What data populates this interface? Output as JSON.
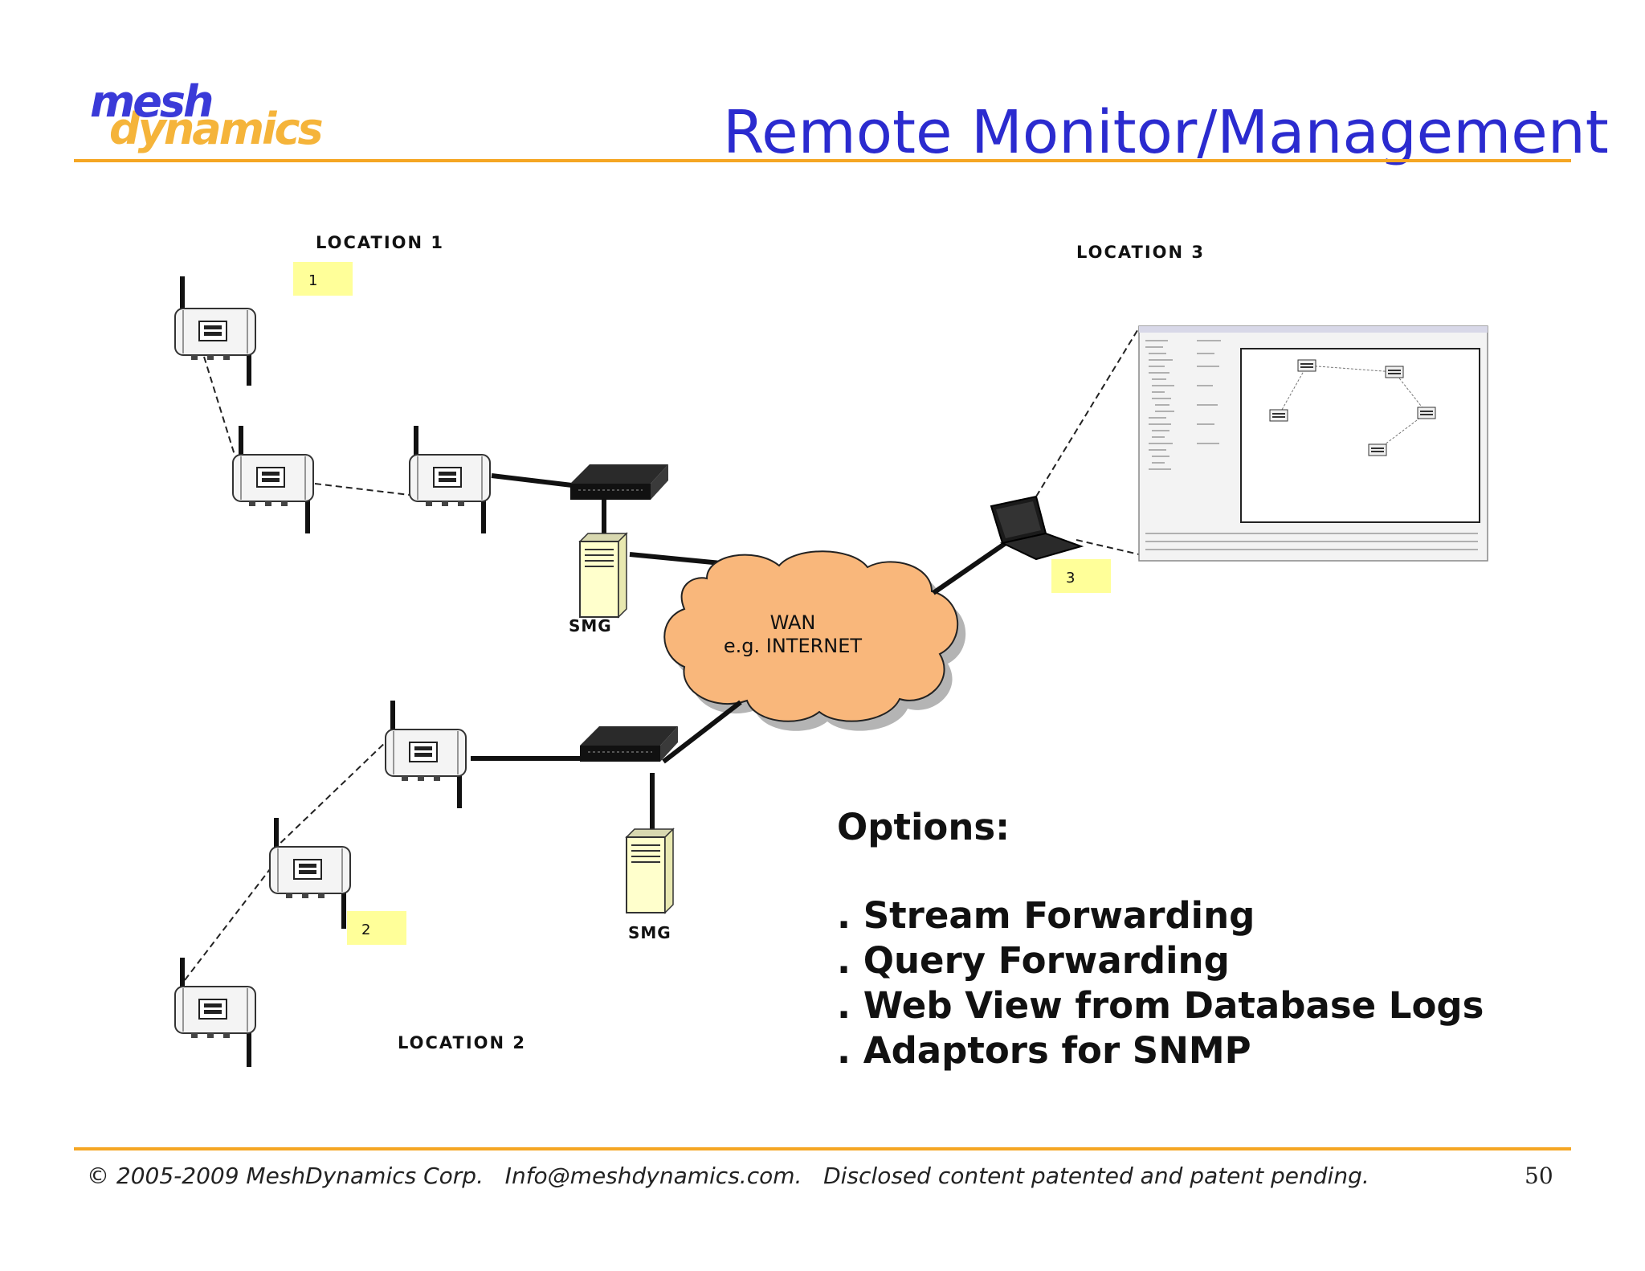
{
  "header": {
    "logo_line1": "mesh",
    "logo_line2": "dynamics",
    "title": "Remote Monitor/Management"
  },
  "diagram": {
    "location1": "LOCATION 1",
    "location2": "LOCATION 2",
    "location3": "LOCATION 3",
    "badge1": "1",
    "badge2": "2",
    "badge3": "3",
    "smg_top": "SMG",
    "smg_bottom": "SMG",
    "wan_line1": "WAN",
    "wan_line2": "e.g. INTERNET"
  },
  "options": {
    "title": "Options:",
    "items": [
      ". Stream Forwarding",
      ". Query Forwarding",
      ". Web View from Database Logs",
      ". Adaptors for SNMP"
    ]
  },
  "footer": {
    "text": "© 2005-2009 MeshDynamics Corp.   Info@meshdynamics.com.   Disclosed content patented and patent pending.",
    "page": "50"
  },
  "colors": {
    "title": "#2b2bcf",
    "rule": "#f5a623",
    "cloud": "#f9b77b",
    "badge": "#ffff99"
  }
}
